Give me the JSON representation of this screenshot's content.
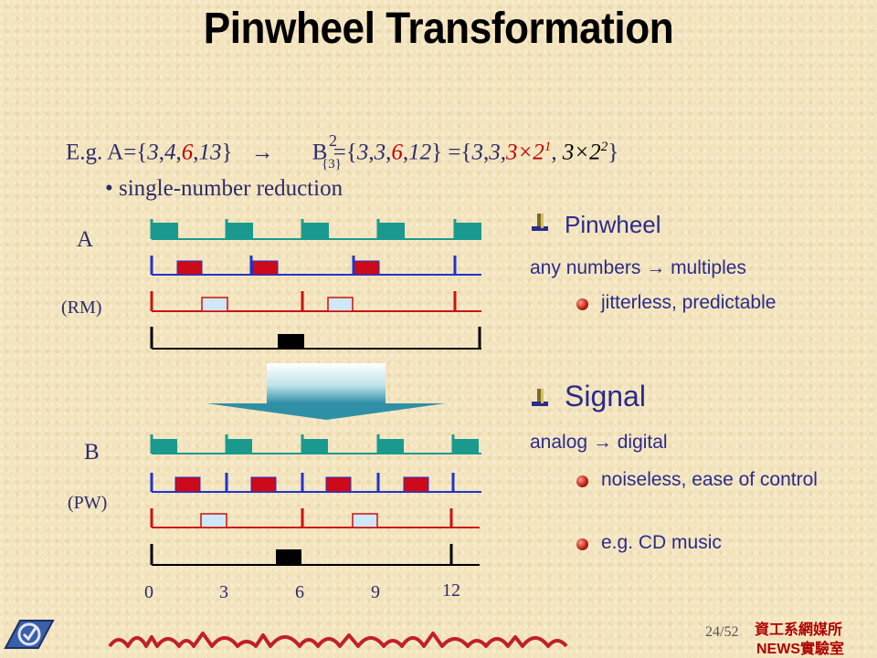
{
  "title": "Pinwheel Transformation",
  "example": {
    "prefix": "E.g. A={",
    "a_vals": [
      "3",
      "4",
      "6",
      "13"
    ],
    "arrow": "→",
    "arrow_top": "2",
    "arrow_bottom": "{3}",
    "b_prefix": "B ={",
    "b_vals": [
      "3",
      "3",
      "6",
      "12"
    ],
    "equals": "} ={",
    "c_vals": [
      "3",
      "3",
      "3×2",
      "3×2"
    ],
    "c_exps": [
      "1",
      "2"
    ],
    "close": "}"
  },
  "reduction": "• single-number reduction",
  "labels": {
    "a": "A",
    "rm": "(RM)",
    "b": "B",
    "pw": "(PW)"
  },
  "ticks": [
    "0",
    "3",
    "6",
    "9",
    "12"
  ],
  "right": {
    "pinwheel_head": "Pinwheel",
    "pinwheel_line": "any numbers → multiples",
    "pinwheel_sub": "jitterless, predictable",
    "signal_head": "Signal",
    "signal_line": "analog → digital",
    "signal_sub1": "noiseless, ease of control",
    "signal_sub2": "e.g. CD music"
  },
  "footer": {
    "page": "24",
    "total": "/52",
    "dept": "資工系網媒所",
    "lab": "NEWS實驗室"
  },
  "colors": {
    "teal": "#1a9a8e",
    "blue": "#2233cc",
    "red": "#cc1111",
    "red_block": "#cc0a1a",
    "light_blue_block": "#cfe7f7",
    "black": "#000000",
    "text": "#2b2b8b"
  }
}
